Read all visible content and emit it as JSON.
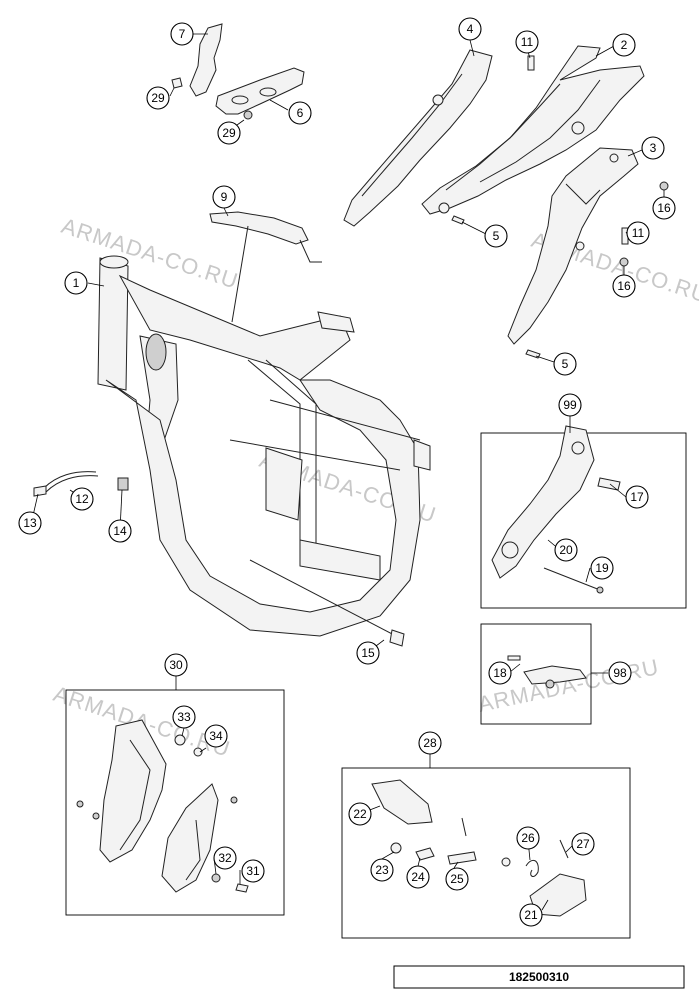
{
  "watermark": "ARMADA-CO.RU",
  "reference_number": "182500310",
  "callouts": [
    "7",
    "29",
    "29",
    "6",
    "4",
    "11",
    "2",
    "3",
    "16",
    "11",
    "16",
    "5",
    "5",
    "9",
    "1",
    "12",
    "13",
    "14",
    "15",
    "99",
    "17",
    "20",
    "19",
    "18",
    "98",
    "30",
    "33",
    "34",
    "32",
    "31",
    "28",
    "22",
    "23",
    "24",
    "25",
    "26",
    "27",
    "21"
  ]
}
